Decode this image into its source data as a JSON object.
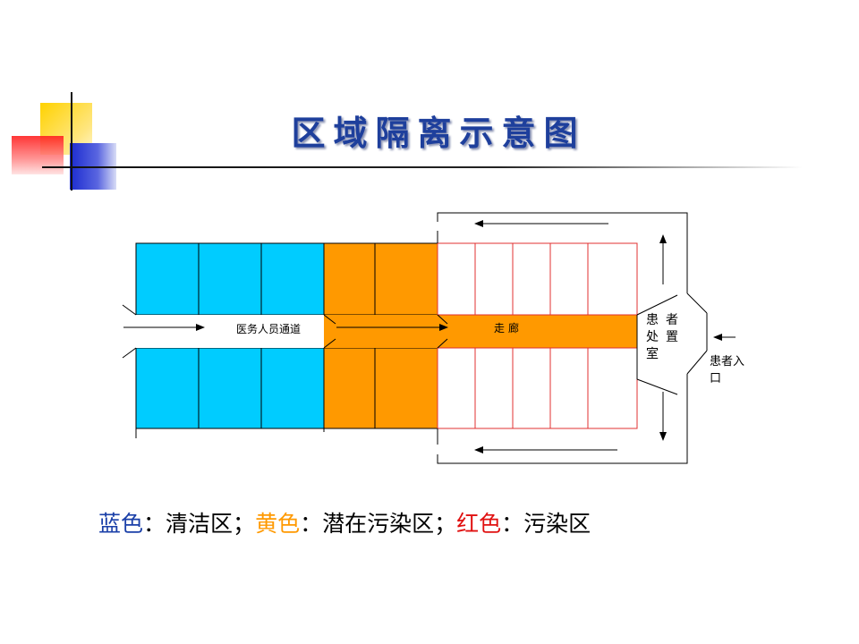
{
  "title": "区域隔离示意图",
  "labels": {
    "staff_passage": "医务人员通道",
    "corridor": "走廊",
    "patient_room": [
      "患",
      "者",
      "处",
      "置",
      "室"
    ],
    "patient_entrance_line1": "患者入",
    "patient_entrance_line2": "口"
  },
  "legend": [
    {
      "color_name": "蓝色",
      "sep": "：",
      "zone": "清洁区",
      "end": "；",
      "color": "#1a3fa8"
    },
    {
      "color_name": "黄色",
      "sep": "：",
      "zone": "潜在污染区",
      "end": "；",
      "color": "#ff9900"
    },
    {
      "color_name": "红色",
      "sep": "：",
      "zone": "污染区",
      "end": "",
      "color": "#e01010"
    }
  ],
  "colors": {
    "clean": "#00ccff",
    "potential": "#ff9900",
    "contaminated_line": "#e03030",
    "title": "#1e3f9c"
  }
}
